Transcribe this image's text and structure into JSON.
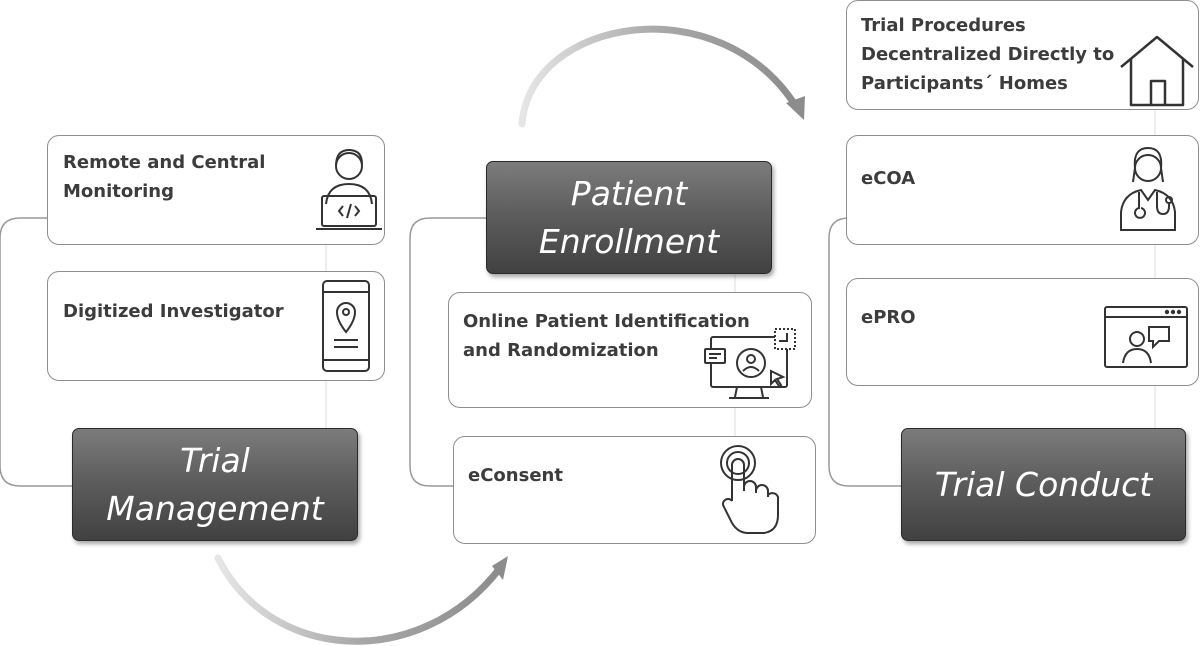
{
  "left_column": {
    "card_1": {
      "text": "Remote and Central\nMonitoring",
      "icon": "person-laptop-code-icon"
    },
    "card_2": {
      "text": "Digitized Investigator",
      "icon": "smartphone-location-icon"
    },
    "label": "Trial\nManagement"
  },
  "middle_column": {
    "label": "Patient\nEnrollment",
    "card_1": {
      "text": "Online Patient Identification\n and Randomization",
      "icon": "monitor-user-click-icon"
    },
    "card_2": {
      "text": "eConsent",
      "icon": "finger-tap-icon"
    }
  },
  "right_column": {
    "card_0": {
      "text": "Trial Procedures\nDecentralized Directly to\nParticipants´ Homes",
      "icon": "home-icon"
    },
    "card_1": {
      "text": "eCOA",
      "icon": "doctor-stethoscope-icon"
    },
    "card_2": {
      "text": "ePRO",
      "icon": "browser-video-chat-icon"
    },
    "label": "Trial Conduct"
  },
  "colors": {
    "card_border": "#8e8e8e",
    "text": "#3c3c3c",
    "label_fill": "#5e5e5e",
    "connector": "#999999",
    "arrow": "#b0b0b0"
  }
}
